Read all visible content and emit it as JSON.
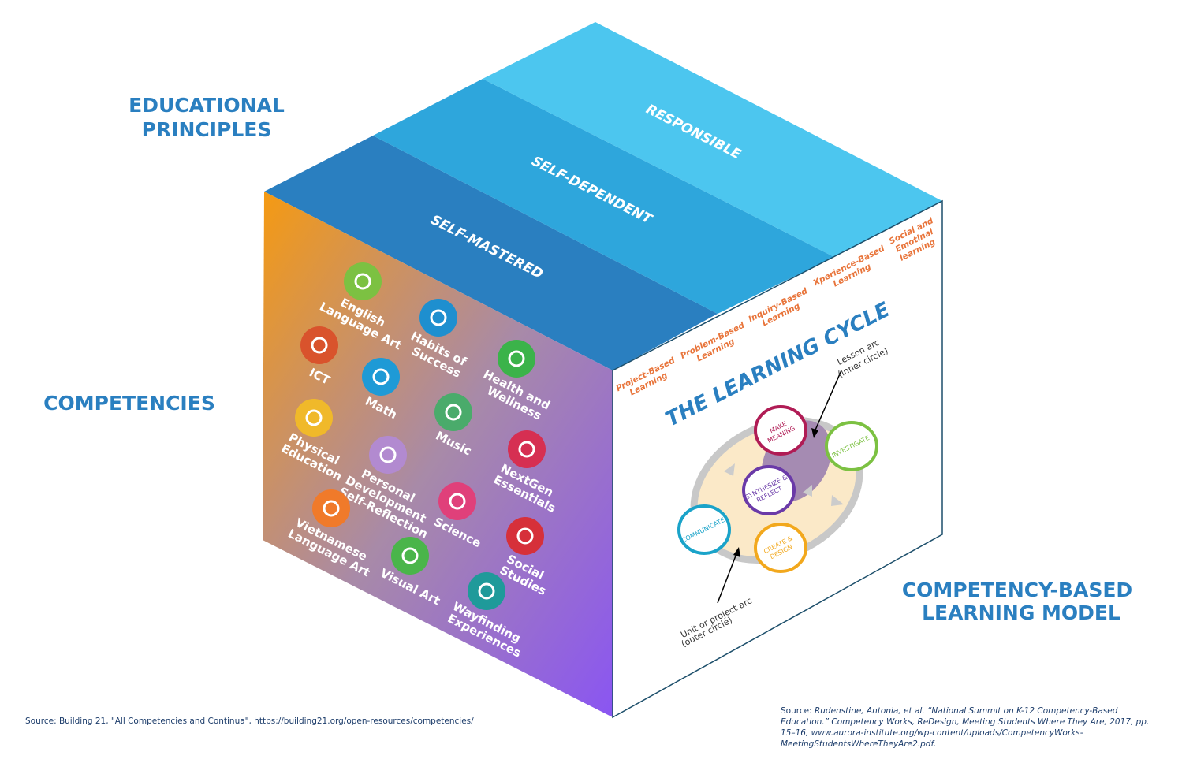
{
  "headings": {
    "educational_principles": [
      "EDUCATIONAL",
      "PRINCIPLES"
    ],
    "competencies": "COMPETENCIES",
    "cblm": [
      "COMPETENCY-BASED",
      "LEARNING MODEL"
    ]
  },
  "principles": [
    "SELF-MASTERED",
    "SELF-DEPENDENT",
    "RESPONSIBLE"
  ],
  "competencies": [
    {
      "lines": [
        "English",
        "Language Art"
      ],
      "color": "#7cc142",
      "icon": "speech-bubble-icon"
    },
    {
      "lines": [
        "Habits of",
        "Success"
      ],
      "color": "#1e8fcf",
      "icon": "handshake-icon"
    },
    {
      "lines": [
        "ICT"
      ],
      "color": "#d9532c",
      "icon": "cloud-cursor-icon"
    },
    {
      "lines": [
        "Health and",
        "Wellness"
      ],
      "color": "#3bb34a",
      "icon": "heartbeat-icon"
    },
    {
      "lines": [
        "Math"
      ],
      "color": "#1e9ad6",
      "icon": "square-root-icon"
    },
    {
      "lines": [
        "Music"
      ],
      "color": "#4aab6b",
      "icon": "music-note-icon"
    },
    {
      "lines": [
        "Physical",
        "Education"
      ],
      "color": "#f0b92a",
      "icon": "dumbbell-icon"
    },
    {
      "lines": [
        "Personal",
        "Development",
        "Self-Reflection"
      ],
      "color": "#b28ad0",
      "icon": "star-icon"
    },
    {
      "lines": [
        "NextGen",
        "Essentials"
      ],
      "color": "#d62f52",
      "icon": "people-icon"
    },
    {
      "lines": [
        "Science"
      ],
      "color": "#e0407a",
      "icon": "atom-icon"
    },
    {
      "lines": [
        "Vietnamese",
        "Language Art"
      ],
      "color": "#f07a2a",
      "icon": "reading-icon"
    },
    {
      "lines": [
        "Social",
        "Studies"
      ],
      "color": "#d6303a",
      "icon": "books-icon"
    },
    {
      "lines": [
        "Visual Art"
      ],
      "color": "#4ab54a",
      "icon": "leaf-icon"
    },
    {
      "lines": [
        "Wayfinding",
        "Experiences"
      ],
      "color": "#1f9a9a",
      "icon": "hiker-icon"
    }
  ],
  "approaches": [
    [
      "Project-Based",
      "Learning"
    ],
    [
      "Problem-Based",
      "Learning"
    ],
    [
      "Inquiry-Based",
      "Learning"
    ],
    [
      "Xperience-Based",
      "Learning"
    ],
    [
      "Social and",
      "Emotinal",
      "learning"
    ]
  ],
  "learning_cycle": {
    "title": "THE LEARNING CYCLE",
    "lesson_arc": [
      "Lesson arc",
      "(inner circle)"
    ],
    "unit_arc": [
      "Unit or project arc",
      "(outer circle)"
    ],
    "steps": [
      {
        "lines": [
          "MAKE",
          "MEANING"
        ],
        "color": "#b01c55"
      },
      {
        "lines": [
          "INVESTIGATE"
        ],
        "color": "#7cc142"
      },
      {
        "lines": [
          "SYNTHESIZE &",
          "REFLECT"
        ],
        "color": "#6a3aa8"
      },
      {
        "lines": [
          "COMMUNICATE"
        ],
        "color": "#1aa3c9"
      },
      {
        "lines": [
          "CREATE &",
          "DESIGN"
        ],
        "color": "#f2a81d"
      }
    ]
  },
  "sources": {
    "left": "Source: Building 21, \"All Competencies and Continua\", https://building21.org/open-resources/competencies/",
    "right_prefix": "Source: ",
    "right_italic": "Rudenstine, Antonia, et al. “National Summit on K-12 Competency-Based Education.” Competency Works, ReDesign, Meeting Students Where They Are, 2017, pp. 15–16, www.aurora-institute.org/wp-content/uploads/CompetencyWorks-MeetingStudentsWhereTheyAre2.pdf."
  },
  "colors": {
    "band1": "#2a7fc0",
    "band2": "#2ea6dc",
    "band3": "#4cc6ef",
    "heading": "#2a7fc0",
    "orange": "#e8743a"
  }
}
